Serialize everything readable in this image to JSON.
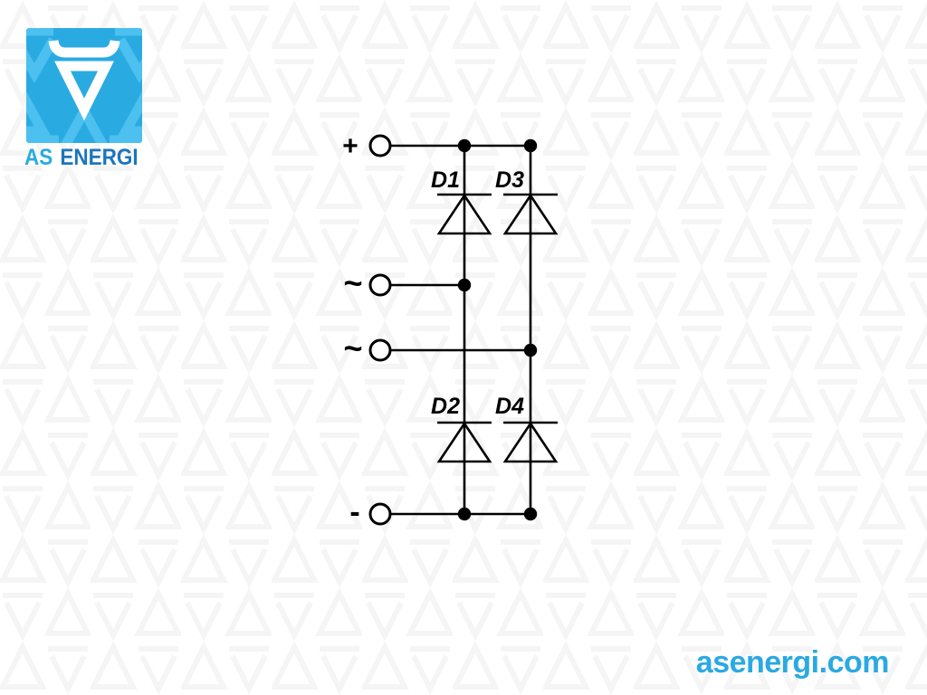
{
  "logo": {
    "text_primary": "AS",
    "text_secondary": "ENERGI",
    "colors": {
      "tile": "#29ABE2",
      "tile_pattern": "#4CC0EF",
      "symbol": "#FFFFFF",
      "text_primary": "#29ABE2",
      "text_secondary": "#1C75BC"
    }
  },
  "schematic": {
    "line_color": "#000000",
    "terminals": {
      "positive": "+",
      "ac_top": "~",
      "ac_bottom": "~",
      "negative": "-"
    },
    "diodes": {
      "d1": "D1",
      "d2": "D2",
      "d3": "D3",
      "d4": "D4"
    }
  },
  "footer": {
    "website": "asenergi.com",
    "color": "#2AA9E2"
  },
  "background": {
    "base": "#FFFFFF",
    "pattern_color": "#F5F5F5"
  }
}
